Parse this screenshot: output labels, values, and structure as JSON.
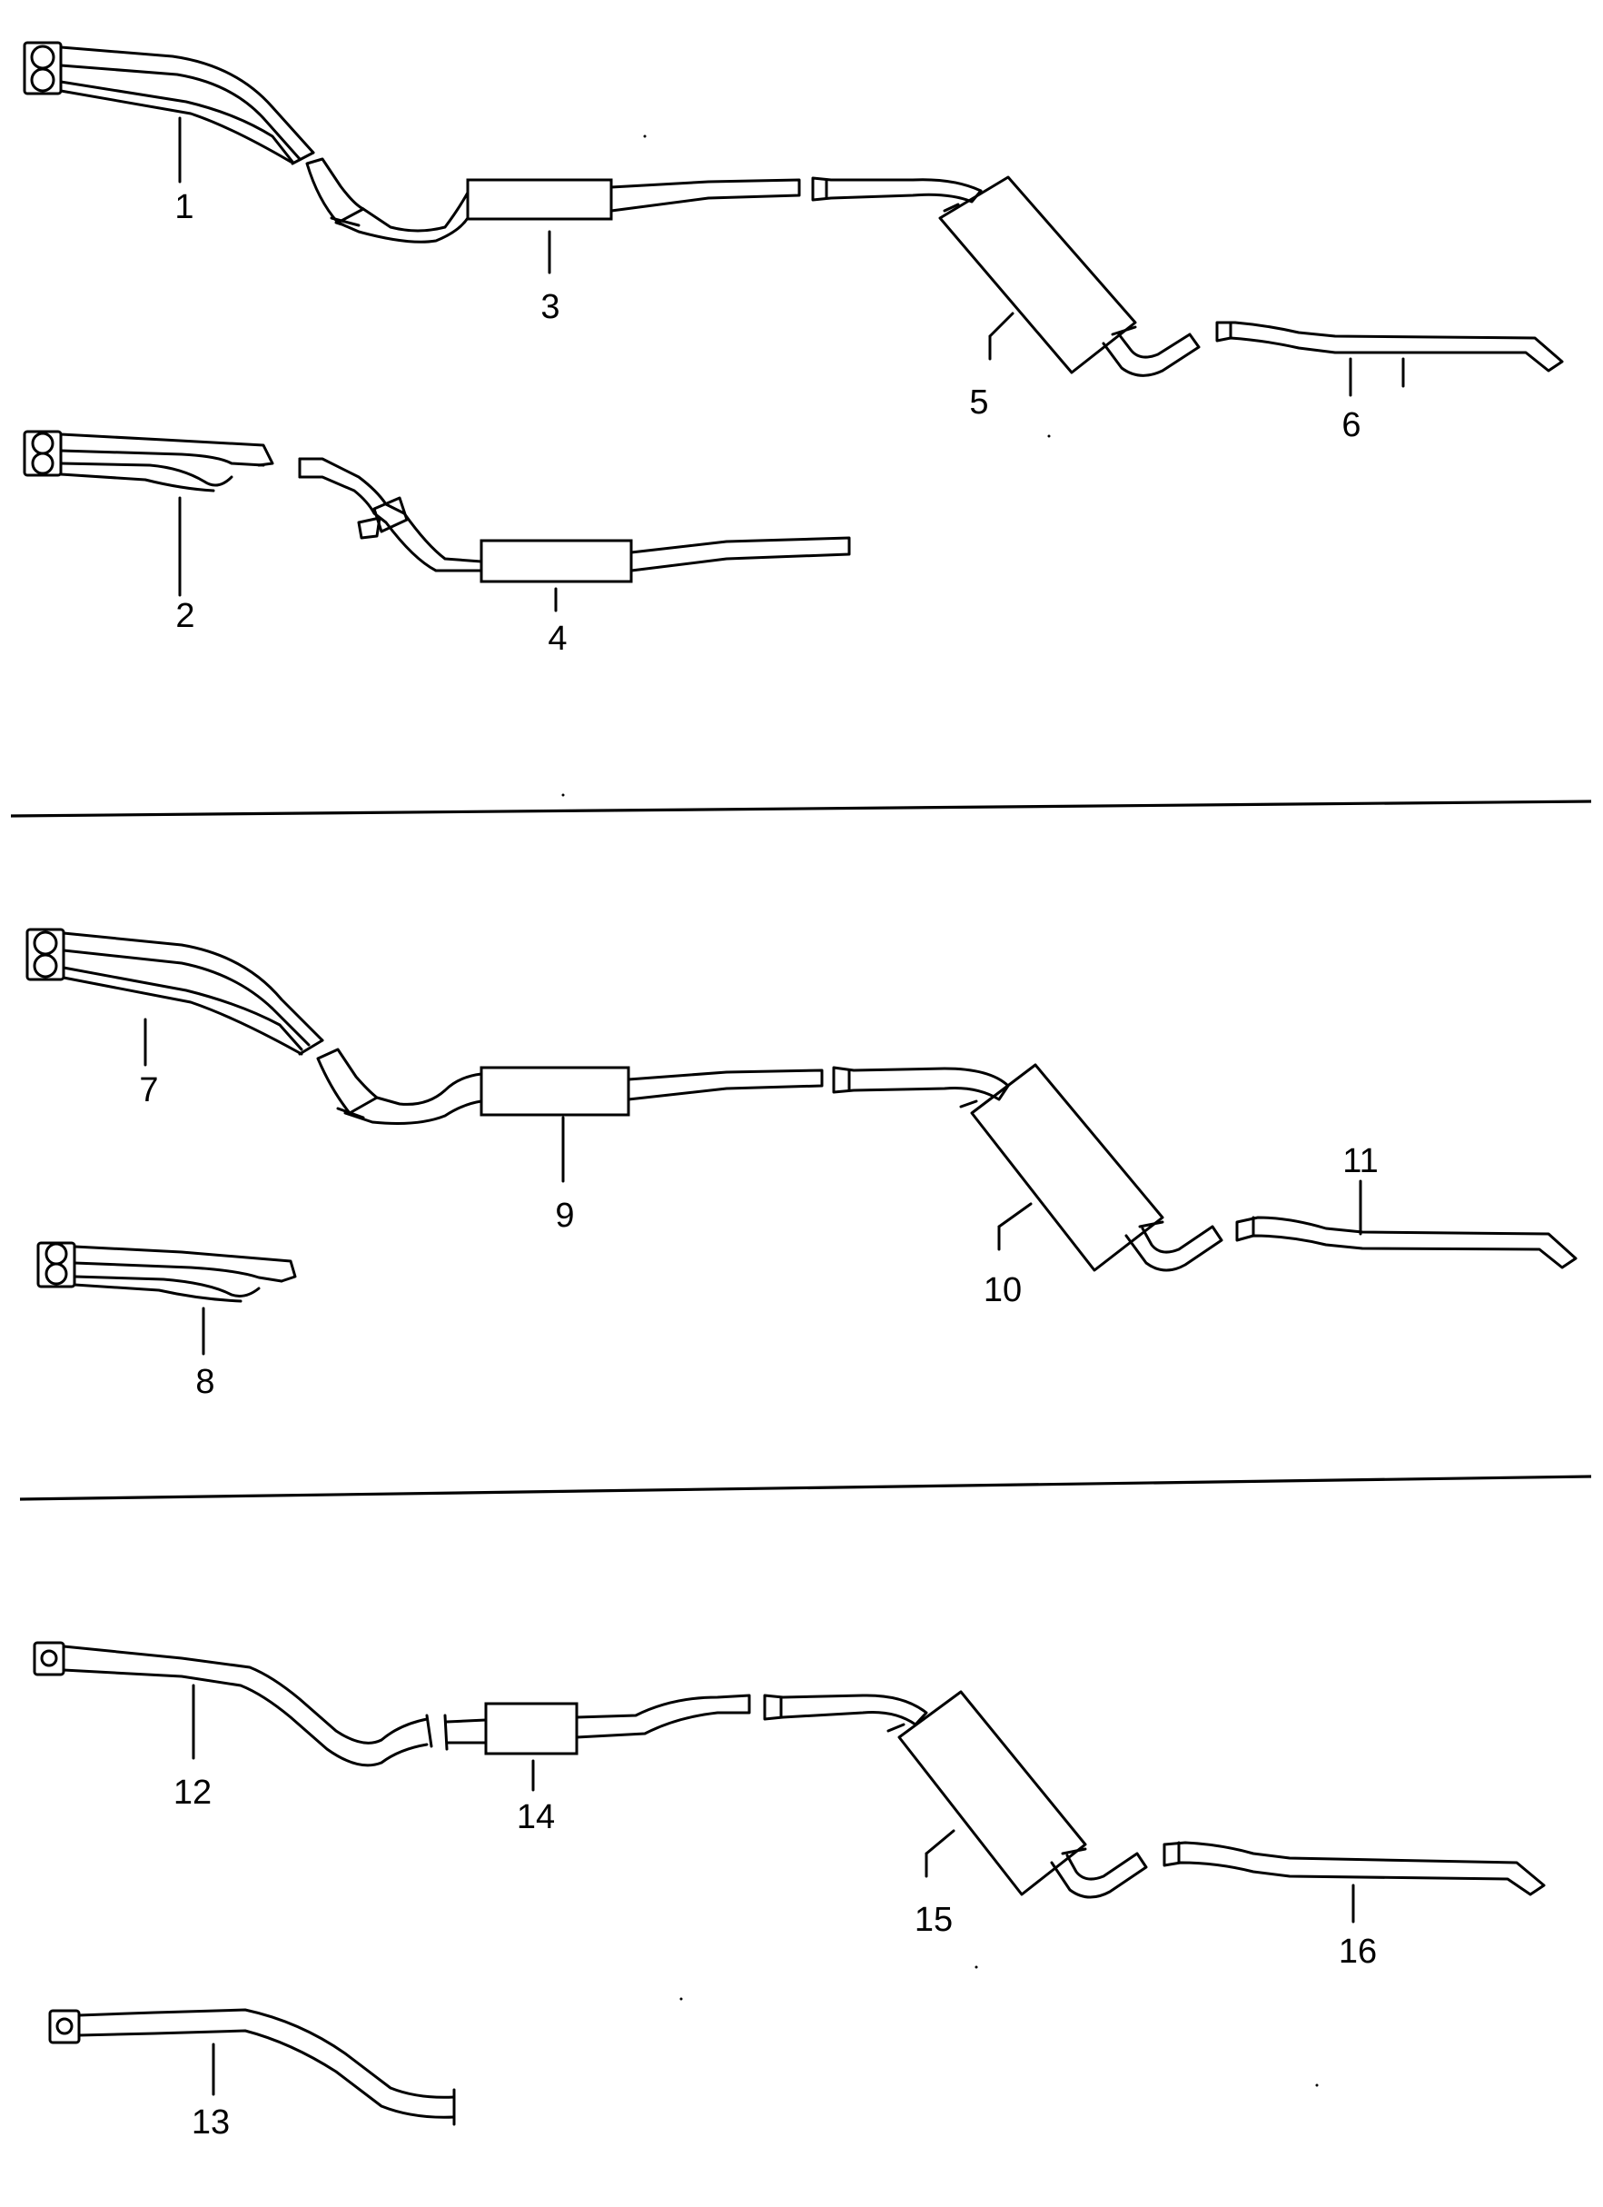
{
  "labels": {
    "p1": "1",
    "p2": "2",
    "p3": "3",
    "p4": "4",
    "p5": "5",
    "p6": "6",
    "p7": "7",
    "p8": "8",
    "p9": "9",
    "p10": "10",
    "p11": "11",
    "p12": "12",
    "p13": "13",
    "p14": "14",
    "p15": "15",
    "p16": "16"
  }
}
